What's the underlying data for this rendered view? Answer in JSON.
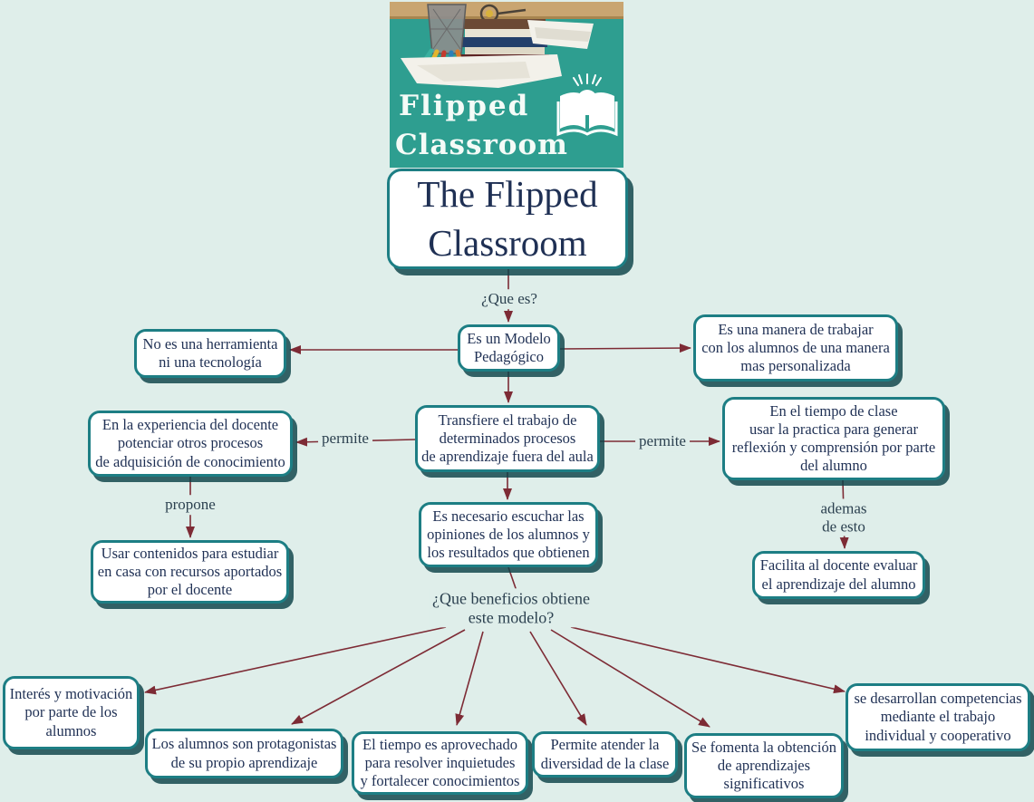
{
  "theme": {
    "background": "#dfeeea",
    "node_border": "#1d7e84",
    "node_shadow": "#0c4248",
    "node_text": "#1f3054",
    "line_color": "#7d2b35",
    "label_color": "#2c4150",
    "chalkboard": "#2e9e90",
    "wood": "#c9a571"
  },
  "header_image": {
    "chalk_line1": "Flipped",
    "chalk_line2": "Classroom"
  },
  "title": {
    "text": "The Flipped\nClassroom"
  },
  "labels": {
    "que_es": "¿Que es?",
    "permite_left": "permite",
    "permite_right": "permite",
    "propone": "propone",
    "ademas": "ademas\nde esto",
    "beneficios": "¿Que beneficios obtiene\neste modelo?"
  },
  "nodes": {
    "modelo": "Es un Modelo\nPedagógico",
    "no_herramienta": "No es una herramienta\nni una tecnología",
    "manera_trabajar": "Es una manera de trabajar\ncon los alumnos de una manera\nmas personalizada",
    "transfiere": "Transfiere el trabajo de\ndeterminados procesos\nde aprendizaje fuera del aula",
    "experiencia": "En la experiencia del docente\npotenciar otros procesos\nde adquisición de conocimiento",
    "tiempo_clase": "En el tiempo de clase\nusar la practica para generar\nreflexión y comprensión por parte\ndel alumno",
    "usar_contenidos": "Usar contenidos para estudiar\nen casa con recursos aportados\npor el docente",
    "escuchar": "Es necesario escuchar las\nopiniones de los alumnos y\nlos resultados que obtienen",
    "facilita": "Facilita al docente evaluar\nel aprendizaje del alumno",
    "interes": "Interés y motivación\npor parte de los\nalumnos",
    "protagonistas": "Los alumnos son protagonistas\nde su propio aprendizaje",
    "tiempo_aprovechado": "El tiempo es aprovechado\npara resolver inquietudes\ny fortalecer conocimientos",
    "diversidad": "Permite atender la\ndiversidad de la clase",
    "fomenta": "Se fomenta la obtención\nde aprendizajes\nsignificativos",
    "competencias": "se desarrollan competencias\nmediante el trabajo\nindividual y cooperativo"
  }
}
